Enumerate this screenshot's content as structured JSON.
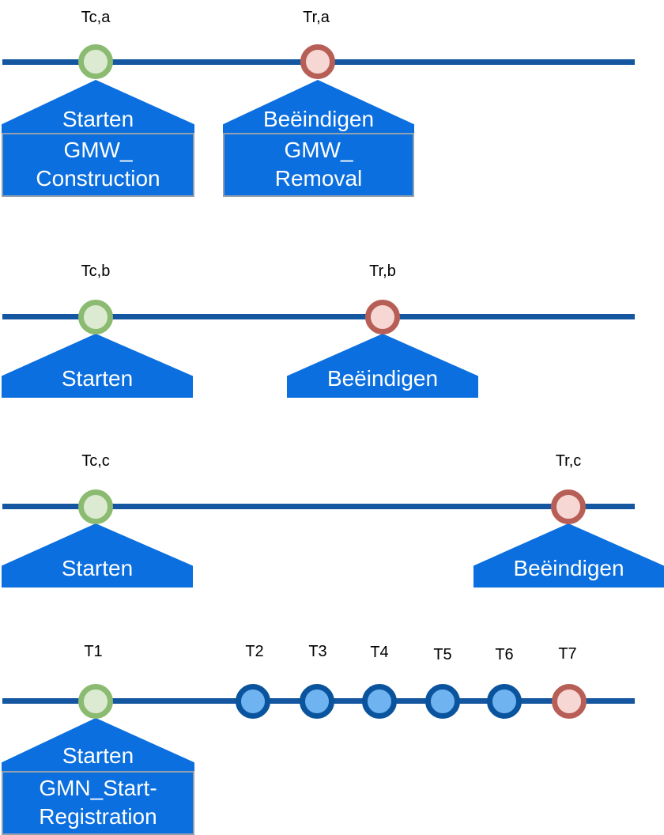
{
  "colors": {
    "timeline_line": "#1456A0",
    "event_blue": "#0B6FDF",
    "box_border": "#94A0AE",
    "start_marker_border": "#8BBB70",
    "start_marker_fill": "#DCEAD2",
    "end_marker_border": "#B75F57",
    "end_marker_fill": "#F6D7D4",
    "mid_marker_border": "#0A549E",
    "mid_marker_fill": "#6FB3F0",
    "label_text": "#000000",
    "event_text": "#FFFFFF"
  },
  "timelines": [
    {
      "name": "timeline-a",
      "markers": [
        {
          "label": "Tc,a",
          "kind": "start"
        },
        {
          "label": "Tr,a",
          "kind": "end"
        }
      ],
      "events": [
        {
          "flag": "Starten",
          "box_line1": "GMW_",
          "box_line2": "Construction"
        },
        {
          "flag": "Beëindigen",
          "box_line1": "GMW_",
          "box_line2": "Removal"
        }
      ]
    },
    {
      "name": "timeline-b",
      "markers": [
        {
          "label": "Tc,b",
          "kind": "start"
        },
        {
          "label": "Tr,b",
          "kind": "end"
        }
      ],
      "events": [
        {
          "flag": "Starten"
        },
        {
          "flag": "Beëindigen"
        }
      ]
    },
    {
      "name": "timeline-c",
      "markers": [
        {
          "label": "Tc,c",
          "kind": "start"
        },
        {
          "label": "Tr,c",
          "kind": "end"
        }
      ],
      "events": [
        {
          "flag": "Starten"
        },
        {
          "flag": "Beëindigen"
        }
      ]
    },
    {
      "name": "timeline-d",
      "markers": [
        {
          "label": "T1",
          "kind": "start"
        },
        {
          "label": "T2",
          "kind": "mid"
        },
        {
          "label": "T3",
          "kind": "mid"
        },
        {
          "label": "T4",
          "kind": "mid"
        },
        {
          "label": "T5",
          "kind": "mid"
        },
        {
          "label": "T6",
          "kind": "mid"
        },
        {
          "label": "T7",
          "kind": "end"
        }
      ],
      "events": [
        {
          "flag": "Starten",
          "box_line1": "GMN_Start-",
          "box_line2": "Registration"
        }
      ]
    }
  ]
}
